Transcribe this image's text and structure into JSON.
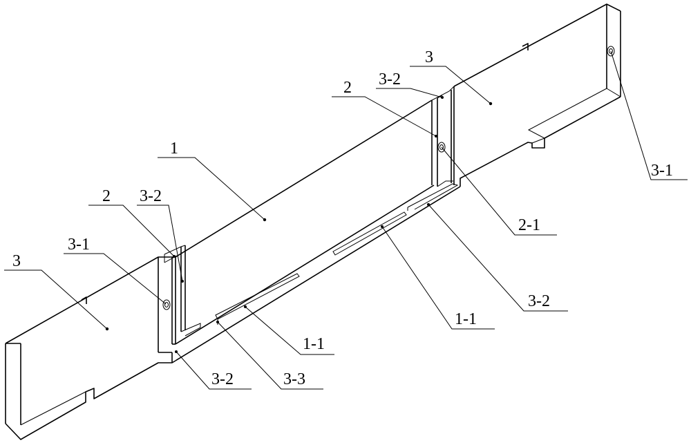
{
  "labels": {
    "l_3_left": "3",
    "l_3_1_left": "3-1",
    "l_2_left": "2",
    "l_3_2_left_top": "3-2",
    "l_1": "1",
    "l_1_1_left": "1-1",
    "l_3_3": "3-3",
    "l_3_2_bottom_left": "3-2",
    "l_2_right": "2",
    "l_3_2_right_top": "3-2",
    "l_3_right": "3",
    "l_3_1_right": "3-1",
    "l_2_1": "2-1",
    "l_3_2_right_bottom": "3-2",
    "l_1_1_right": "1-1"
  }
}
